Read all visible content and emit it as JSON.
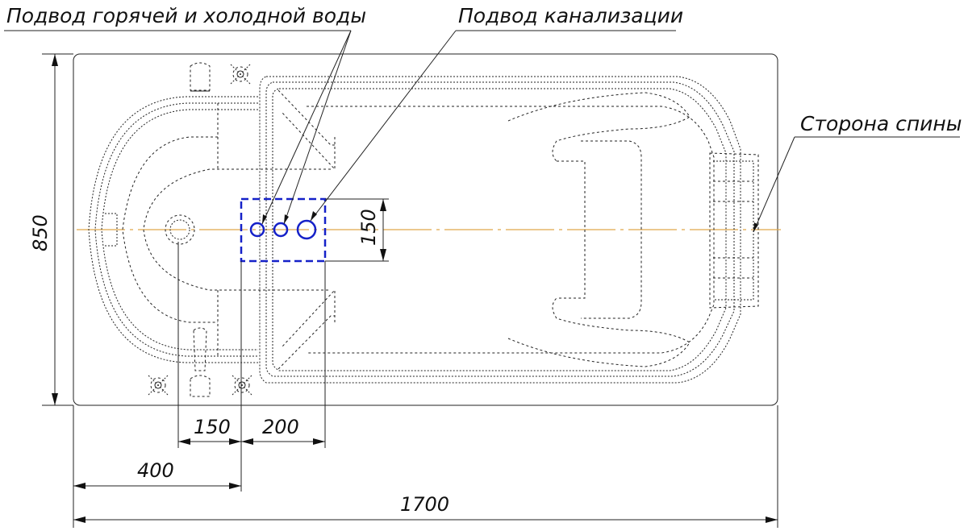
{
  "labels": {
    "water_supply": "Подвод горячей и холодной воды",
    "sewer_supply": "Подвод канализации",
    "back_side": "Сторона спины"
  },
  "dimensions": {
    "width_total": "850",
    "length_total": "1700",
    "drain_offset": "400",
    "pipe_spacing_a": "150",
    "pipe_spacing_b": "200",
    "zone_height": "150"
  },
  "colors": {
    "connection_zone": "#1521c8",
    "center_axis": "#e0a64a",
    "lines": "#222222"
  },
  "icons": [
    "faucet-icon",
    "valve-icon",
    "drain-icon",
    "pipe-inlet-icon"
  ]
}
